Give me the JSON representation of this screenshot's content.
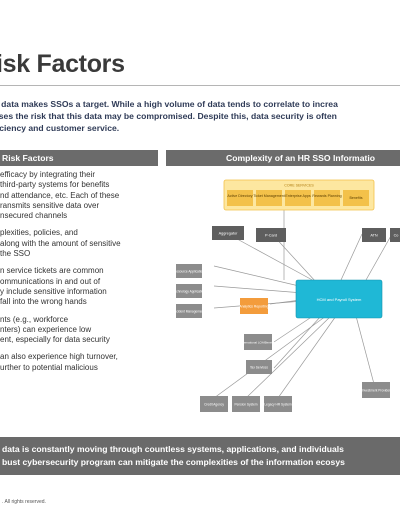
{
  "page": {
    "title": "isk Factors",
    "intro_lines": [
      "e data makes SSOs a target. While a high volume of data tends to correlate to increa",
      "ases the risk that this data may be compromised. Despite this, data security is often",
      "ficiency and customer service."
    ]
  },
  "left_panel": {
    "header": "Risk Factors",
    "items": [
      {
        "lines": [
          "efficacy by integrating their",
          "third-party systems for benefits",
          "nd attendance, etc. Each of these",
          "ransmits sensitive data over",
          "nsecured channels"
        ]
      },
      {
        "lines": [
          "plexities, policies, and",
          "along with the amount of sensitive",
          "the SSO"
        ]
      },
      {
        "lines": [
          "n service tickets are common",
          "ommunications in and out of",
          "y include sensitive information",
          "fall into the wrong hands"
        ]
      },
      {
        "lines": [
          "nts (e.g., workforce",
          "nters) can experience low",
          "ent, especially for data security"
        ]
      },
      {
        "lines": [
          "an also experience high turnover,",
          "urther to potential malicious"
        ]
      }
    ]
  },
  "right_panel": {
    "header": "Complexity of an HR SSO Informatio"
  },
  "diagram": {
    "top_group_label": "CORE SERVICES",
    "top_boxes": [
      "Active Directory",
      "Ticket Management",
      "Enterprise Apps",
      "Rewards Planning",
      "Benefits"
    ],
    "left_boxes": [
      "Aggregator",
      "P-Card"
    ],
    "right_boxes": [
      "ATN",
      "Co"
    ],
    "mid_left_boxes": [
      "Resource Application",
      "Technology Application",
      "Incident Management"
    ],
    "analytics_box": "Analytics Reporting",
    "center_box": "HCM and Payroll System",
    "lower_boxes": [
      "International LOA/Benefits",
      "Tax Services",
      "Investment Provider"
    ],
    "bottom_boxes": [
      "Credit Agency",
      "Pension System",
      "Legacy HR System"
    ]
  },
  "banner": {
    "lines": [
      "data is constantly moving through countless systems, applications, and individuals",
      "bust cybersecurity program can mitigate the complexities of the information ecosys"
    ]
  },
  "footer": {
    "text": ". All rights reserved."
  },
  "colors": {
    "header_gray": "#6b6b6b",
    "gold": "#f3c14a",
    "gold_light": "#fde7a0",
    "teal": "#1fb8d6",
    "box_gray": "#8c8c8c",
    "orange": "#f39c3c",
    "intro_navy": "#2f3b57"
  }
}
